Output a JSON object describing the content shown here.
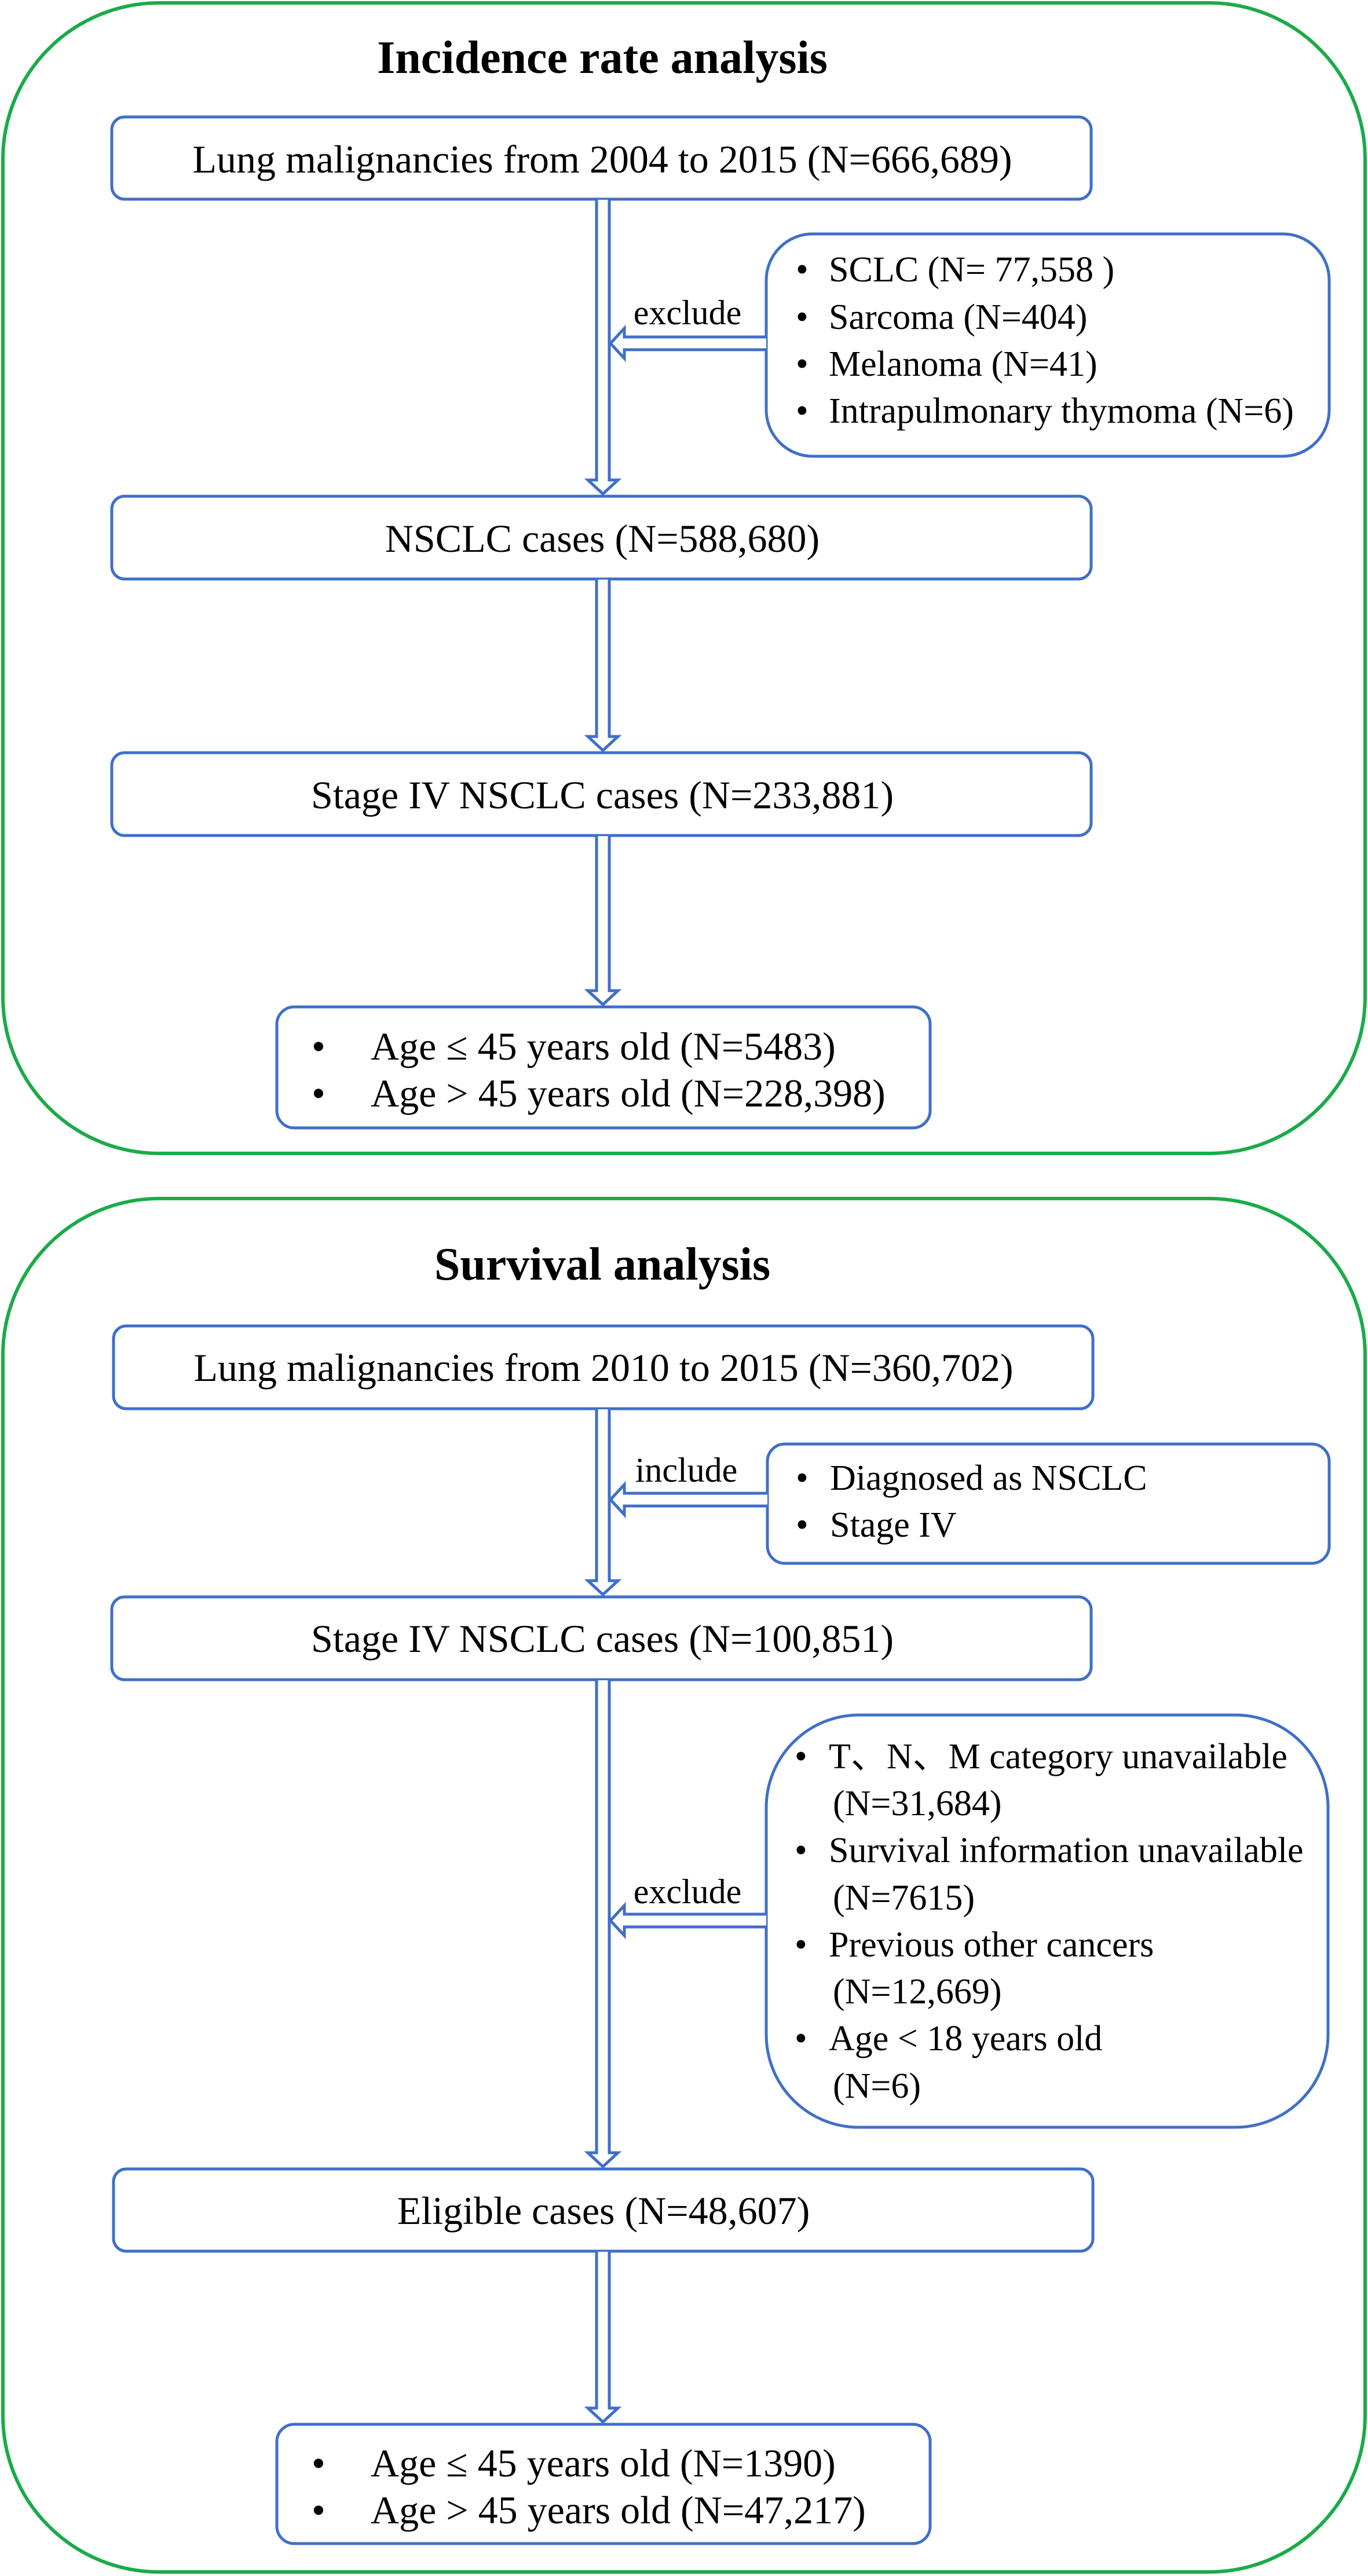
{
  "colors": {
    "panel_border": "#1aab48",
    "box_border": "#3f6fc9"
  },
  "incidence": {
    "title": "Incidence rate analysis",
    "step1": "Lung malignancies from 2004 to 2015 (N=666,689)",
    "exclude_label": "exclude",
    "exclusions": [
      "SCLC (N= 77,558 )",
      "Sarcoma (N=404)",
      "Melanoma (N=41)",
      "Intrapulmonary thymoma (N=6)"
    ],
    "step2": "NSCLC cases (N=588,680)",
    "step3": "Stage IV NSCLC cases (N=233,881)",
    "groups": [
      "Age ≤ 45 years old (N=5483)",
      "Age > 45 years old (N=228,398)"
    ]
  },
  "survival": {
    "title": "Survival analysis",
    "step1": "Lung malignancies from 2010 to 2015 (N=360,702)",
    "include_label": "include",
    "inclusions": [
      "Diagnosed as NSCLC",
      "Stage IV"
    ],
    "step2": "Stage IV NSCLC cases (N=100,851)",
    "exclude_label": "exclude",
    "exclusions": [
      {
        "text": "T、N、M category unavailable",
        "count": "(N=31,684)"
      },
      {
        "text": "Survival information unavailable",
        "count": "(N=7615)"
      },
      {
        "text": "Previous other cancers",
        "count": "(N=12,669)"
      },
      {
        "text": "Age < 18 years old",
        "count": "(N=6)"
      }
    ],
    "step3": "Eligible cases (N=48,607)",
    "groups": [
      "Age ≤ 45 years old (N=1390)",
      "Age > 45 years old (N=47,217)"
    ]
  },
  "bullet": "•"
}
